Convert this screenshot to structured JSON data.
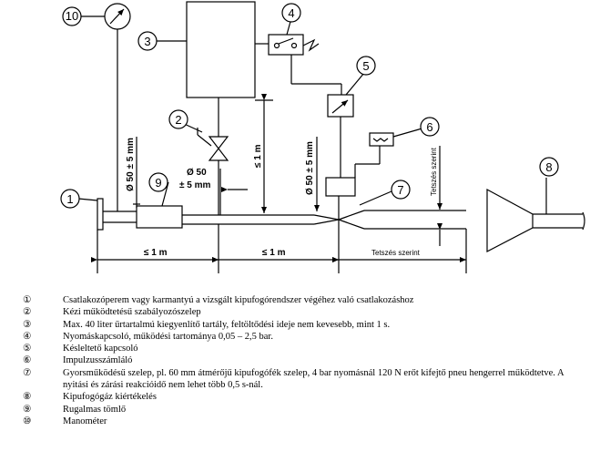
{
  "diagram": {
    "callouts": [
      "1",
      "2",
      "3",
      "4",
      "5",
      "6",
      "7",
      "8",
      "9",
      "10"
    ],
    "dimensions": {
      "pipe_dia_1": "Ø 50 ± 5 mm",
      "pipe_dia_2_line1": "Ø 50",
      "pipe_dia_2_line2": "± 5 mm",
      "pipe_dia_3": "Ø 50 ± 5 mm",
      "height_1m": "≤ 1 m",
      "length_1": "≤ 1 m",
      "length_2": "≤ 1 m",
      "length_free_horizontal": "Tetszés szerint",
      "length_free_vertical": "Tetszés szerint"
    }
  },
  "legend": [
    {
      "mark": "①",
      "text": "Csatlakozóperem vagy karmantyú a vizsgált kipufogórendszer végéhez való csatlakozáshoz"
    },
    {
      "mark": "②",
      "text": "Kézi működtetésű szabályozószelep"
    },
    {
      "mark": "③",
      "text": "Max. 40 liter űrtartalmú kiegyenlítő tartály, feltöltődési ideje nem kevesebb, mint 1 s."
    },
    {
      "mark": "④",
      "text": "Nyomáskapcsoló, működési tartománya 0,05 – 2,5 bar."
    },
    {
      "mark": "⑤",
      "text": "Késleltető kapcsoló"
    },
    {
      "mark": "⑥",
      "text": "Impulzusszámláló"
    },
    {
      "mark": "⑦",
      "text": "Gyorsműködésű szelep, pl. 60 mm átmérőjű kipufogófék szelep, 4 bar nyomásnál 120 N erőt kifejtő pneu hengerrel működtetve. A nyitási és zárási reakcióidő nem lehet több 0,5 s-nál."
    },
    {
      "mark": "⑧",
      "text": "Kipufogógáz kiértékelés"
    },
    {
      "mark": "⑨",
      "text": "Rugalmas tömlő"
    },
    {
      "mark": "⑩",
      "text": "Manométer"
    }
  ]
}
